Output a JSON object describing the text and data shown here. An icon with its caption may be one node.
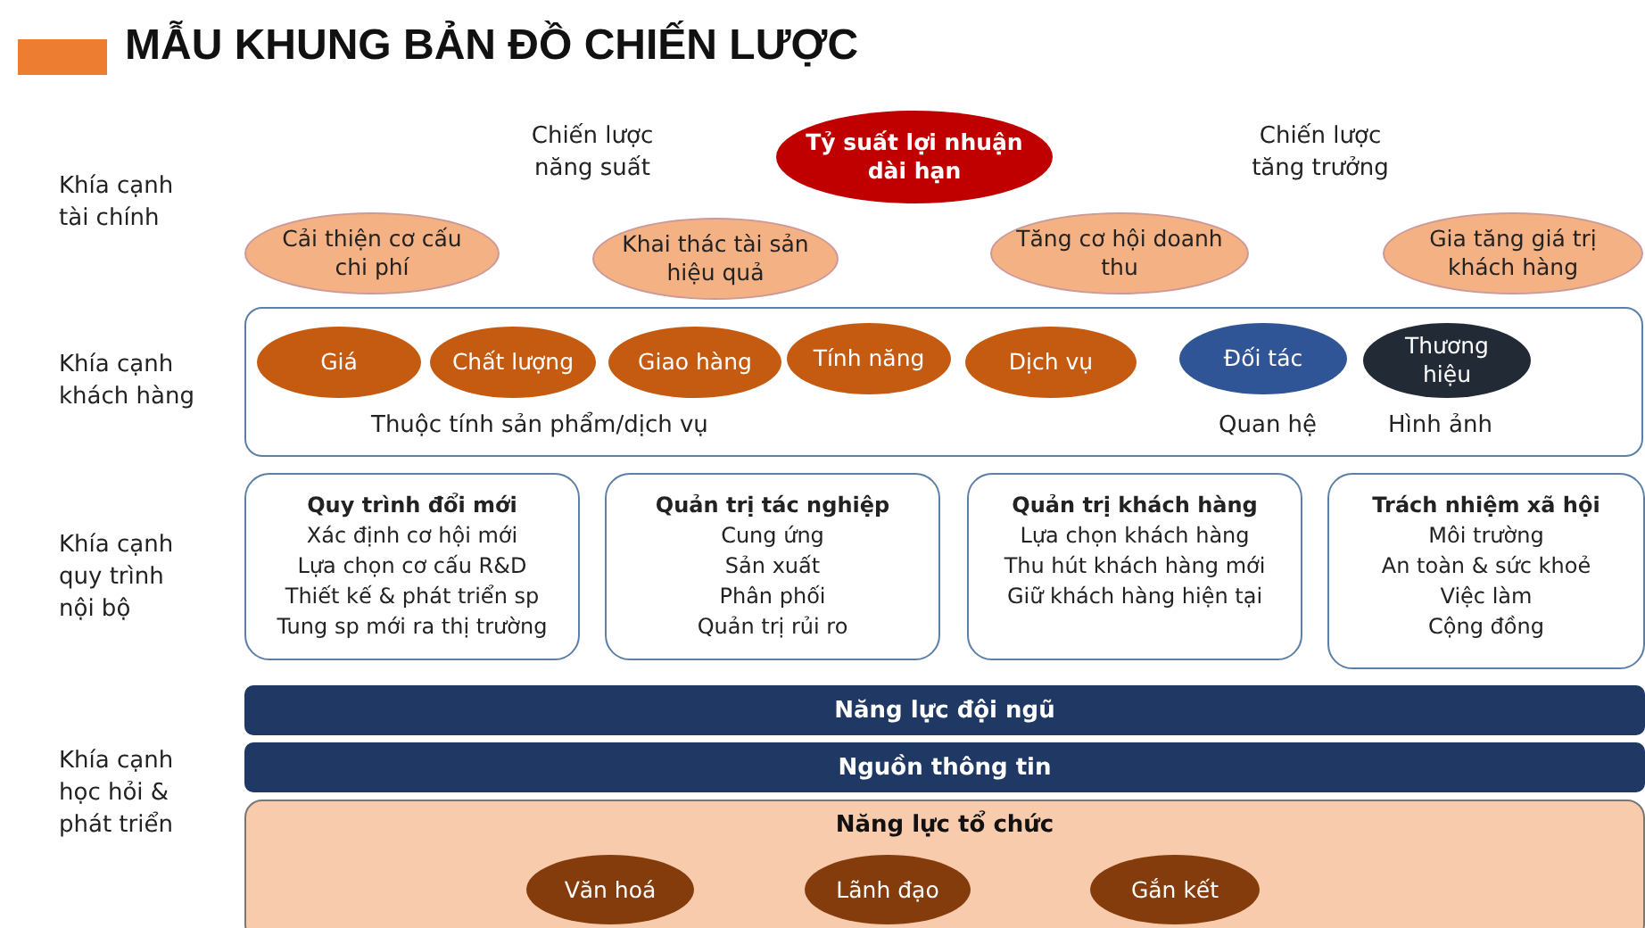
{
  "diagram": {
    "title": "MẪU KHUNG BẢN ĐỒ CHIẾN LƯỢC",
    "nodes": [
      {
        "text": [
          "Tỷ suất lợi nhuận dài hạn"
        ]
      },
      {
        "text": [
          "Cải thiện cơ cấu chi phí"
        ]
      },
      {
        "text": [
          "Khai thác tài sản hiệu quả"
        ]
      },
      {
        "text": [
          "Tăng cơ hội doanh thu"
        ]
      },
      {
        "text": [
          "Gia tăng giá trị khách hàng"
        ]
      },
      {
        "text": [
          "Thuộc tính sản phẩm/dịch vụ",
          "Quan hệ",
          "Hình ảnh"
        ]
      },
      {
        "text": [
          "Giá"
        ],
        "in": 5
      },
      {
        "text": [
          "Chất lượng"
        ],
        "in": 5
      },
      {
        "text": [
          "Giao hàng"
        ],
        "in": 5
      },
      {
        "text": [
          "Tính năng"
        ],
        "in": 5
      },
      {
        "text": [
          "Dịch vụ"
        ],
        "in": 5
      },
      {
        "text": [
          "Đối tác"
        ],
        "in": 5
      },
      {
        "text": [
          "Thương hiệu"
        ],
        "in": 5
      },
      {
        "text": [
          "Quy trình đổi mới",
          "Xác định cơ hội mới",
          "Lựa chọn cơ cấu R&D",
          "Thiết kế & phát triển sp",
          "Tung sp mới ra thị trường"
        ]
      },
      {
        "text": [
          "Quản trị tác nghiệp",
          "Cung ứng",
          "Sản xuất",
          "Phân phối",
          "Quản trị rủi ro"
        ]
      },
      {
        "text": [
          "Quản trị khách hàng",
          "Lựa chọn khách hàng",
          "Thu hút khách hàng mới",
          "Giữ khách hàng hiện tại"
        ]
      },
      {
        "text": [
          "Trách nhiệm xã hội",
          "Môi trường",
          "An toàn & sức khoẻ",
          "Việc làm",
          "Cộng đồng"
        ]
      },
      {
        "text": [
          "Năng lực đội ngũ"
        ]
      },
      {
        "text": [
          "Nguồn thông tin"
        ]
      },
      {
        "text": [
          "Năng lực tổ chức"
        ]
      },
      {
        "text": [
          "Văn hoá"
        ],
        "in": 19
      },
      {
        "text": [
          "Lãnh đạo"
        ],
        "in": 19
      },
      {
        "text": [
          "Gắn kết"
        ],
        "in": 19
      }
    ],
    "edges": [],
    "labels": [
      "Chiến lược năng suất",
      "Chiến lược tăng trưởng",
      "Khía cạnh tài chính",
      "Khía cạnh khách hàng",
      "Khía cạnh quy trình nội bộ",
      "Khía cạnh học hỏi & phát triển"
    ]
  }
}
